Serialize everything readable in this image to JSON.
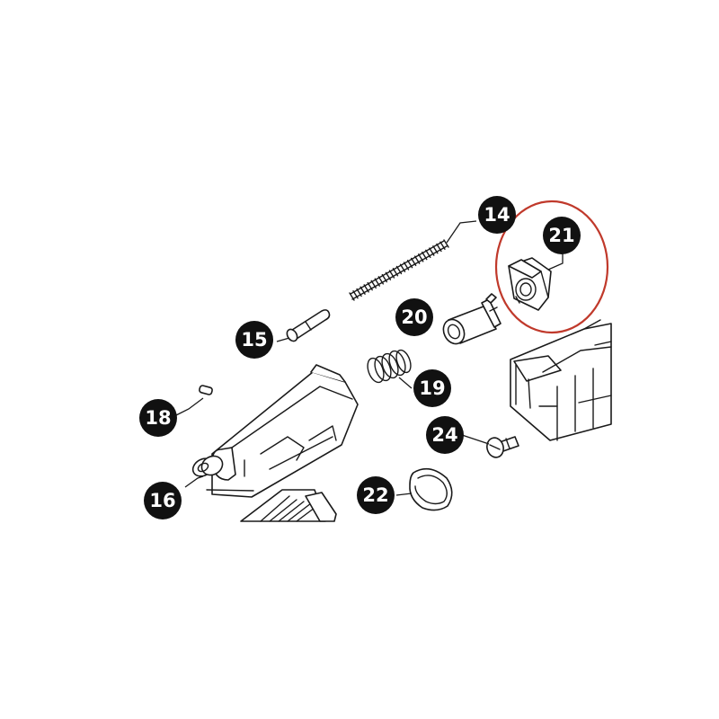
{
  "diagram": {
    "callouts": [
      {
        "id": "14",
        "label": "14"
      },
      {
        "id": "15",
        "label": "15"
      },
      {
        "id": "16",
        "label": "16"
      },
      {
        "id": "18",
        "label": "18"
      },
      {
        "id": "19",
        "label": "19"
      },
      {
        "id": "20",
        "label": "20"
      },
      {
        "id": "21",
        "label": "21"
      },
      {
        "id": "22",
        "label": "22"
      },
      {
        "id": "24",
        "label": "24"
      }
    ],
    "highlighted_part": "21",
    "colors": {
      "highlight_ring": "#c0392b",
      "badge": "#111111",
      "badge_text": "#ffffff",
      "line": "#1a1a1a",
      "background": "#ffffff"
    }
  }
}
